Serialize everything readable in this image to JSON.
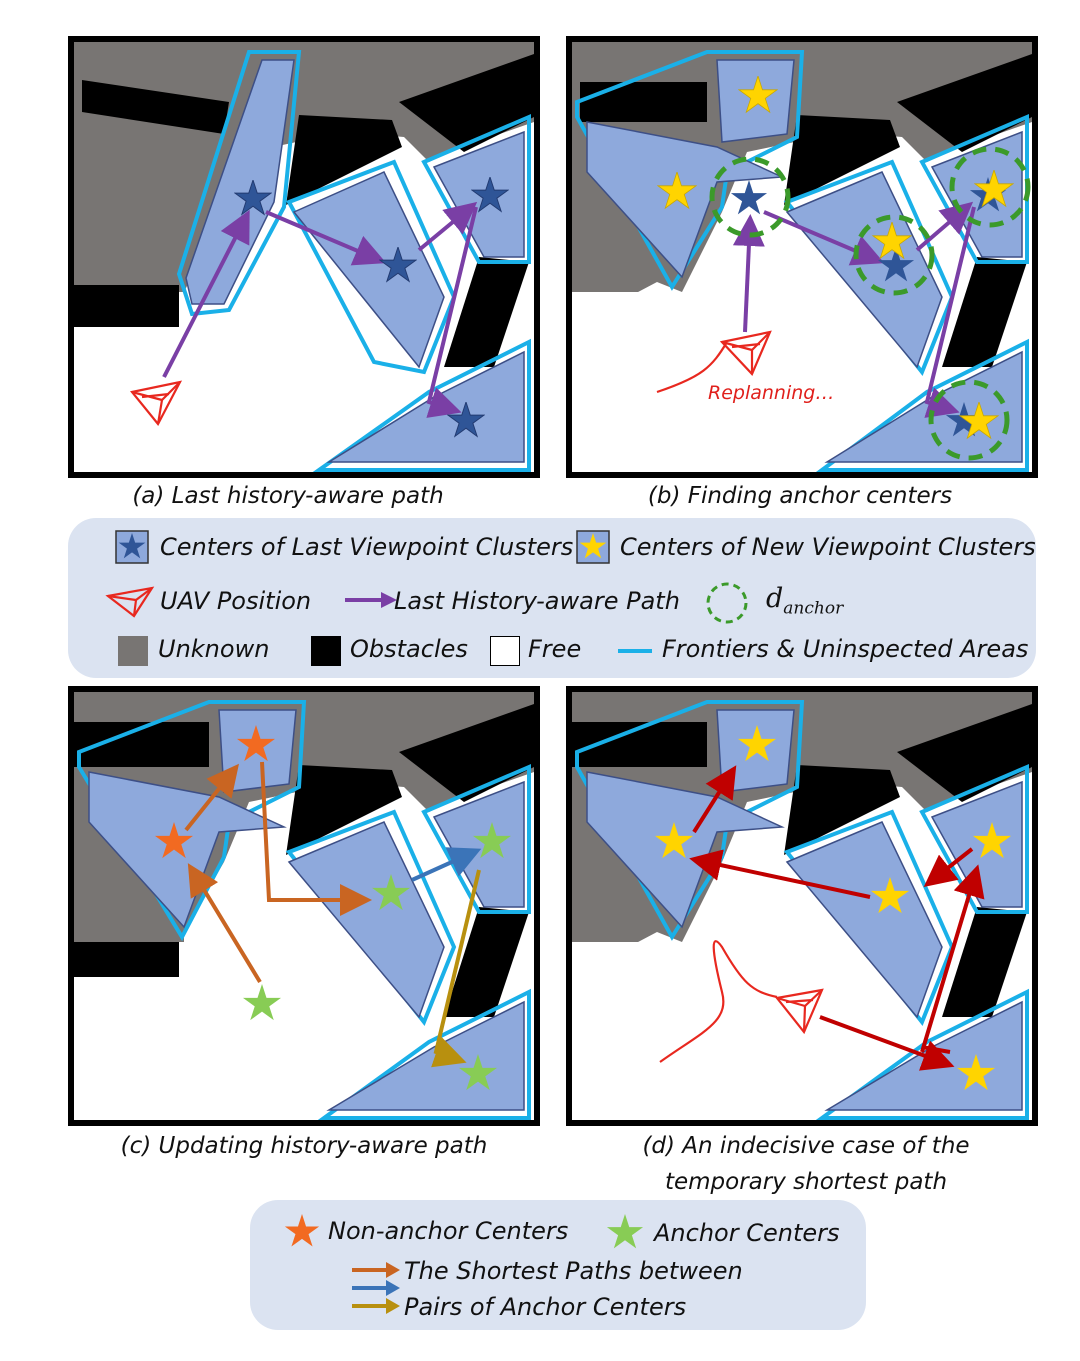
{
  "captions": {
    "a": "(a) Last history-aware path",
    "b": "(b) Finding anchor centers",
    "c": "(c) Updating history-aware path",
    "d_line1": "(d) An indecisive case of the",
    "d_line2": "temporary shortest path"
  },
  "annotations": {
    "replanning": "Replanning…"
  },
  "legend_top": {
    "last_centers": "Centers of Last Viewpoint Clusters",
    "new_centers": "Centers of New Viewpoint Clusters",
    "uav": "UAV Position",
    "last_path": "Last History-aware Path",
    "d_anchor_main": "d",
    "d_anchor_sub": "anchor",
    "unknown": "Unknown",
    "obstacles": "Obstacles",
    "free": "Free",
    "frontiers": "Frontiers & Uninspected Areas"
  },
  "legend_bottom": {
    "non_anchor": "Non-anchor Centers",
    "anchor": "Anchor Centers",
    "paths_line1": "The Shortest Paths between",
    "paths_line2": "Pairs of Anchor Centers"
  },
  "colors": {
    "unknown": "#787573",
    "obstacle": "#000000",
    "region_fill": "#8ea9dc",
    "region_stroke": "#3d4f86",
    "frontier": "#1ab0e8",
    "last_star": "#2f5597",
    "new_star": "#ffd400",
    "non_anchor_star": "#f26a21",
    "anchor_star": "#88cc55",
    "purple_path": "#7a3fa5",
    "uav": "#e8281f",
    "green_dash": "#3b9a2a",
    "orange_path": "#c96522",
    "blue_path": "#3b74b8",
    "gold_path": "#b8900f",
    "red_path": "#c00000"
  }
}
